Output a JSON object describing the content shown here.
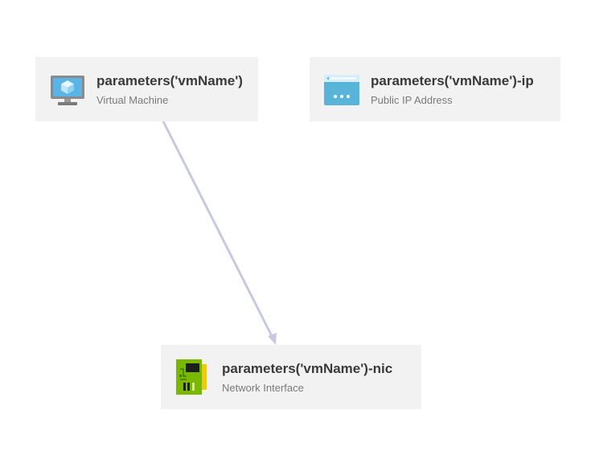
{
  "nodes": {
    "vm": {
      "title": "parameters('vmName')",
      "type": "Virtual Machine",
      "icon": "virtual-machine-icon"
    },
    "pip": {
      "title": "parameters('vmName')-ip",
      "type": "Public IP Address",
      "icon": "public-ip-icon"
    },
    "nic": {
      "title": "parameters('vmName')-nic",
      "type": "Network Interface",
      "icon": "network-interface-icon"
    }
  },
  "edges": [
    {
      "from": "vm",
      "to": "nic"
    }
  ],
  "colors": {
    "node_background": "#f2f2f2",
    "edge": "#c8c8e0",
    "title_text": "#3a3a3a",
    "subtitle_text": "#7a7a7a"
  }
}
